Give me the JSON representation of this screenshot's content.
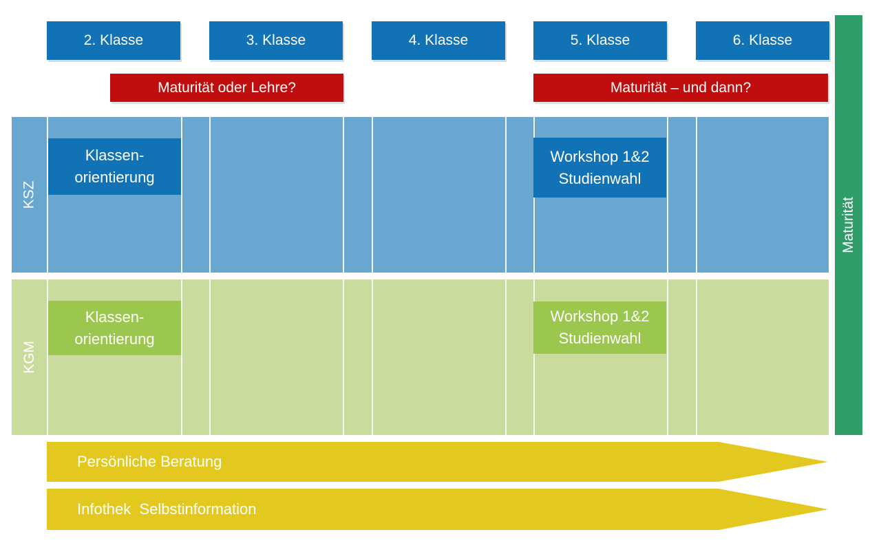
{
  "header": {
    "classes": [
      "2. Klasse",
      "3. Klasse",
      "4. Klasse",
      "5. Klasse",
      "6. Klasse"
    ]
  },
  "banners": {
    "left": {
      "label": "Maturität oder Lehre?"
    },
    "right": {
      "label": "Maturität – und dann?"
    }
  },
  "tracks": {
    "ksz": {
      "label": "KSZ",
      "klassenorientierung": {
        "line1": "Klassen-",
        "line2": "orientierung"
      },
      "workshop": {
        "line1": "Workshop 1&2",
        "line2": "Studienwahl"
      }
    },
    "kgm": {
      "label": "KGM",
      "klassenorientierung": {
        "line1": "Klassen-",
        "line2": "orientierung"
      },
      "workshop": {
        "line1": "Workshop 1&2",
        "line2": "Studienwahl"
      }
    }
  },
  "maturitaet": {
    "label": "Maturität"
  },
  "arrows": {
    "beratung": {
      "label": "Persönliche Beratung"
    },
    "infothek": {
      "label": "Infothek  Selbstinformation"
    }
  },
  "colors": {
    "strong_blue": "#1173b5",
    "light_blue": "#69a7d1",
    "red": "#c00d0d",
    "light_green": "#c9dc9e",
    "box_green": "#9cc74e",
    "teal": "#2f9d68",
    "yellow": "#e3c81f",
    "separator": "#f2f6f0",
    "text": "#ffffff"
  }
}
